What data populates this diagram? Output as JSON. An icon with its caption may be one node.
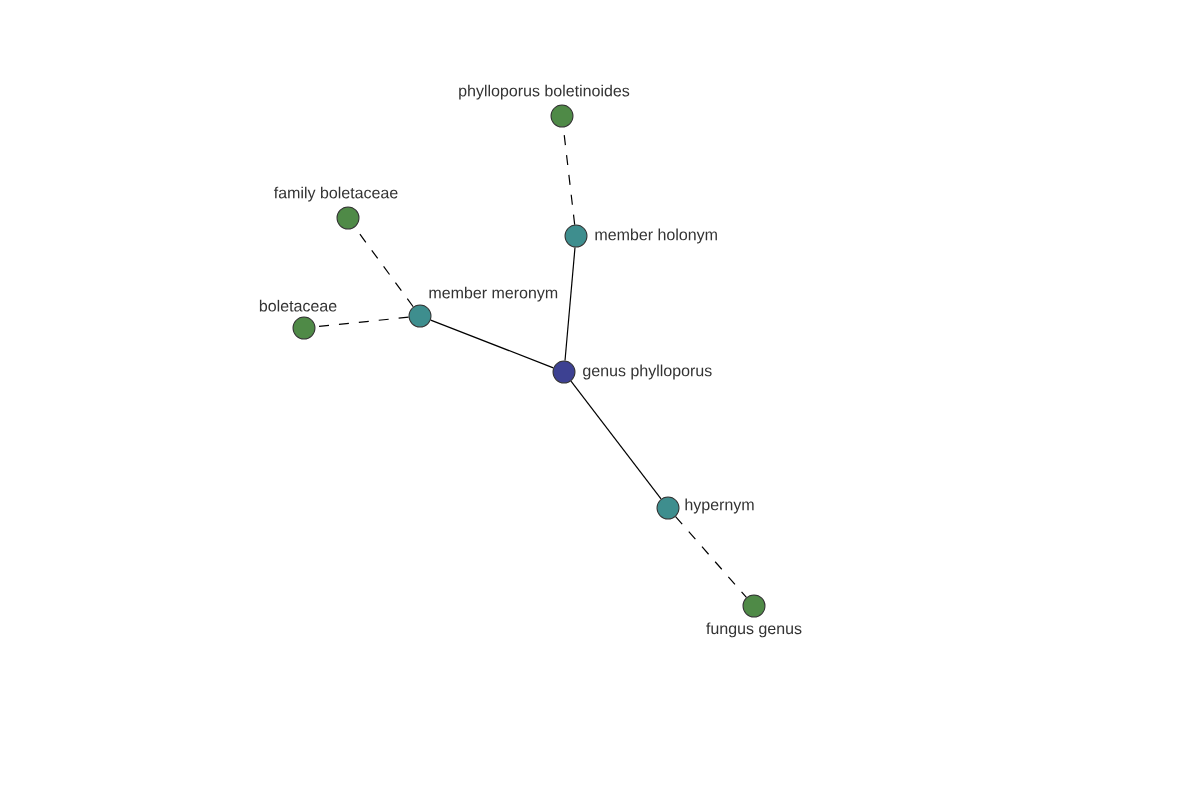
{
  "diagram": {
    "nodes": [
      {
        "text": [
          "phylloporus boletinoides"
        ]
      },
      {
        "text": [
          "family boletaceae"
        ]
      },
      {
        "text": [
          "member holonym"
        ]
      },
      {
        "text": [
          "member meronym"
        ]
      },
      {
        "text": [
          "boletaceae"
        ]
      },
      {
        "text": [
          "genus phylloporus"
        ]
      },
      {
        "text": [
          "hypernym"
        ]
      },
      {
        "text": [
          "fungus genus"
        ]
      }
    ],
    "edges": [
      {
        "from": 5,
        "to": 2,
        "arrow": "none"
      },
      {
        "from": 2,
        "to": 0,
        "arrow": "none",
        "style": "dashed"
      },
      {
        "from": 5,
        "to": 3,
        "arrow": "none"
      },
      {
        "from": 3,
        "to": 1,
        "arrow": "none",
        "style": "dashed"
      },
      {
        "from": 3,
        "to": 4,
        "arrow": "none",
        "style": "dashed"
      },
      {
        "from": 5,
        "to": 6,
        "arrow": "none"
      },
      {
        "from": 6,
        "to": 7,
        "arrow": "none",
        "style": "dashed"
      }
    ]
  }
}
